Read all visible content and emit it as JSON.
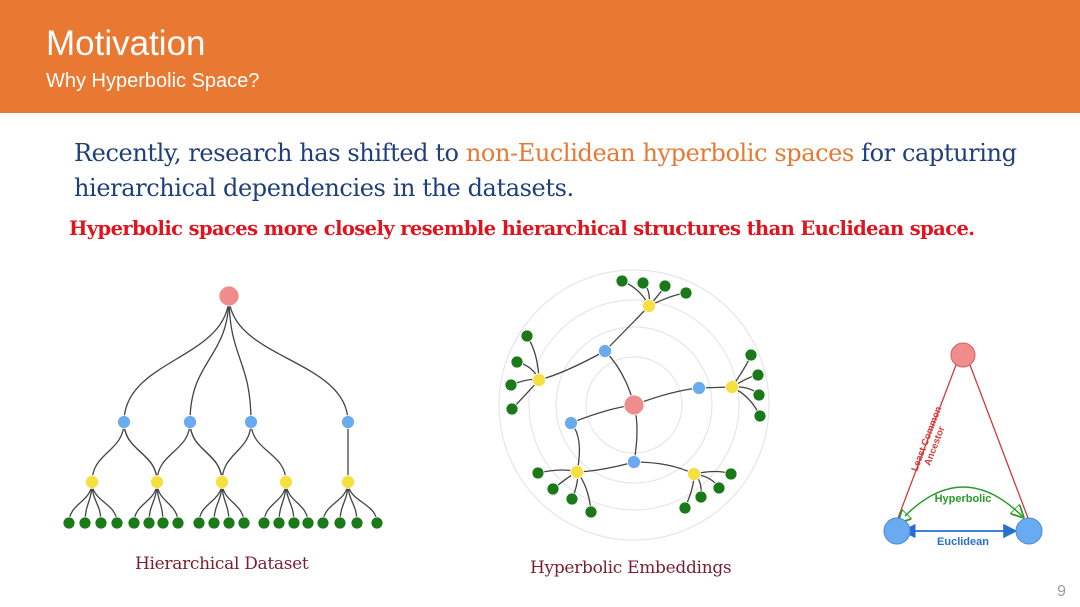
{
  "header": {
    "title": "Motivation",
    "subtitle": "Why Hyperbolic Space?"
  },
  "body": {
    "para_before": "Recently, research has shifted to ",
    "para_highlight": "non-Euclidean hyperbolic spaces",
    "para_after": " for capturing hierarchical dependencies in the datasets.",
    "claim": "Hyperbolic spaces more closely resemble hierarchical structures than Euclidean space."
  },
  "figures": {
    "tree_caption": "Hierarchical Dataset",
    "embedding_caption": "Hyperbolic Embeddings",
    "lca_label": "Least Common Ancestor",
    "hyperbolic_label": "Hyperbolic",
    "euclidean_label": "Euclidean"
  },
  "colors": {
    "header": "#e87832",
    "root_node": "#f08c8c",
    "level1_node": "#6aaaf0",
    "level2_node": "#f5e040",
    "leaf_node": "#1a7a1a",
    "lca_edge": "#d9383a",
    "hyperbolic_edge": "#2a9a2a",
    "euclidean_edge": "#2a6fd0"
  },
  "page_number": "9"
}
